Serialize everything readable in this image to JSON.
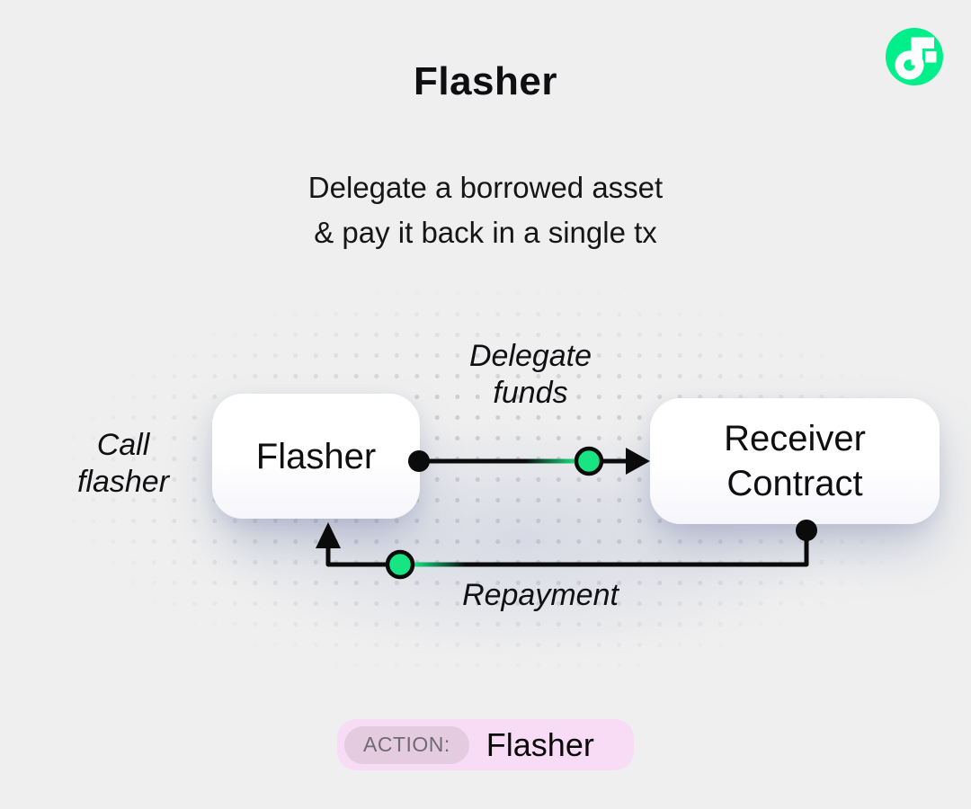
{
  "header": {
    "title": "Flasher",
    "subtitle_line1": "Delegate a borrowed asset",
    "subtitle_line2": "& pay it back in a single tx"
  },
  "logo": {
    "name": "flow-logo",
    "circle_color": "#00ef8b",
    "glyph_color": "#ffffff"
  },
  "diagram": {
    "nodes": {
      "flasher": {
        "label": "Flasher"
      },
      "receiver": {
        "label_line1": "Receiver",
        "label_line2": "Contract"
      }
    },
    "labels": {
      "call_flasher_line1": "Call",
      "call_flasher_line2": "flasher",
      "delegate_line1": "Delegate",
      "delegate_line2": "funds",
      "repayment": "Repayment"
    },
    "colors": {
      "line": "#0b0b0b",
      "token_green": "#17e583",
      "dot_grid": "#cfcfd3"
    }
  },
  "action_badge": {
    "label": "ACTION:",
    "value": "Flasher",
    "bg": "#f8dcf5",
    "pill_bg": "#e4cbe0",
    "label_color": "#6f6a74"
  }
}
